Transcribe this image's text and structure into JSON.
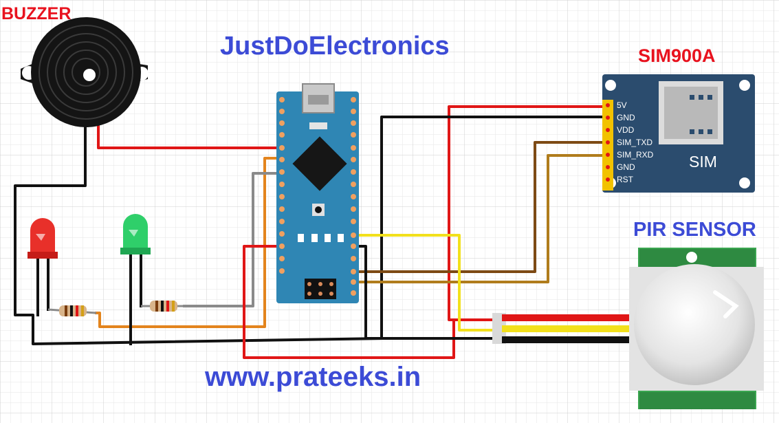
{
  "labels": {
    "buzzer": "BUZZER",
    "sim_module": "SIM900A",
    "pir_sensor": "PIR SENSOR",
    "brand": "JustDoElectronics",
    "website": "www.prateeks.in"
  },
  "sim900a": {
    "pins": [
      "5V",
      "GND",
      "VDD",
      "SIM_TXD",
      "SIM_RXD",
      "GND",
      "RST"
    ],
    "chip_label": "SIM"
  },
  "colors": {
    "label_red": "#e8121e",
    "label_blue": "#3c4bd6",
    "board_blue": "#2f86b4",
    "wire_red": "#e01616",
    "wire_black": "#111111",
    "wire_yellow": "#f2e01c",
    "wire_orange": "#e3841d",
    "wire_brown": "#7d4a14",
    "wire_gray": "#8a8a8a",
    "led_red": "#e8302a",
    "led_green": "#2fcf6a"
  },
  "icons": [
    "buzzer-icon",
    "led-red-icon",
    "led-green-icon",
    "resistor-icon",
    "arduino-nano-icon",
    "sim900a-module-icon",
    "pir-sensor-icon"
  ]
}
